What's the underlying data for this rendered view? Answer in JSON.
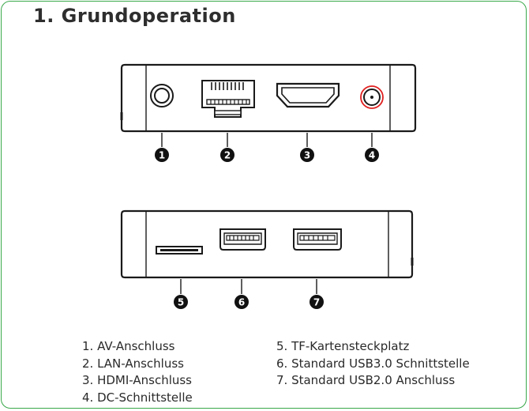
{
  "title": "1. Grundoperation",
  "markers": [
    "1",
    "2",
    "3",
    "4",
    "5",
    "6",
    "7"
  ],
  "legend": {
    "left": [
      "1. AV-Anschluss",
      "2. LAN-Anschluss",
      "3. HDMI-Anschluss",
      "4. DC-Schnittstelle"
    ],
    "right": [
      "5. TF-Kartensteckplatz",
      "6. Standard USB3.0 Schnittstelle",
      "7. Standard USB2.0 Anschluss"
    ]
  },
  "colors": {
    "frame": "#3aa84a",
    "dc_ring": "#e02020",
    "line": "#1a1a1a"
  }
}
